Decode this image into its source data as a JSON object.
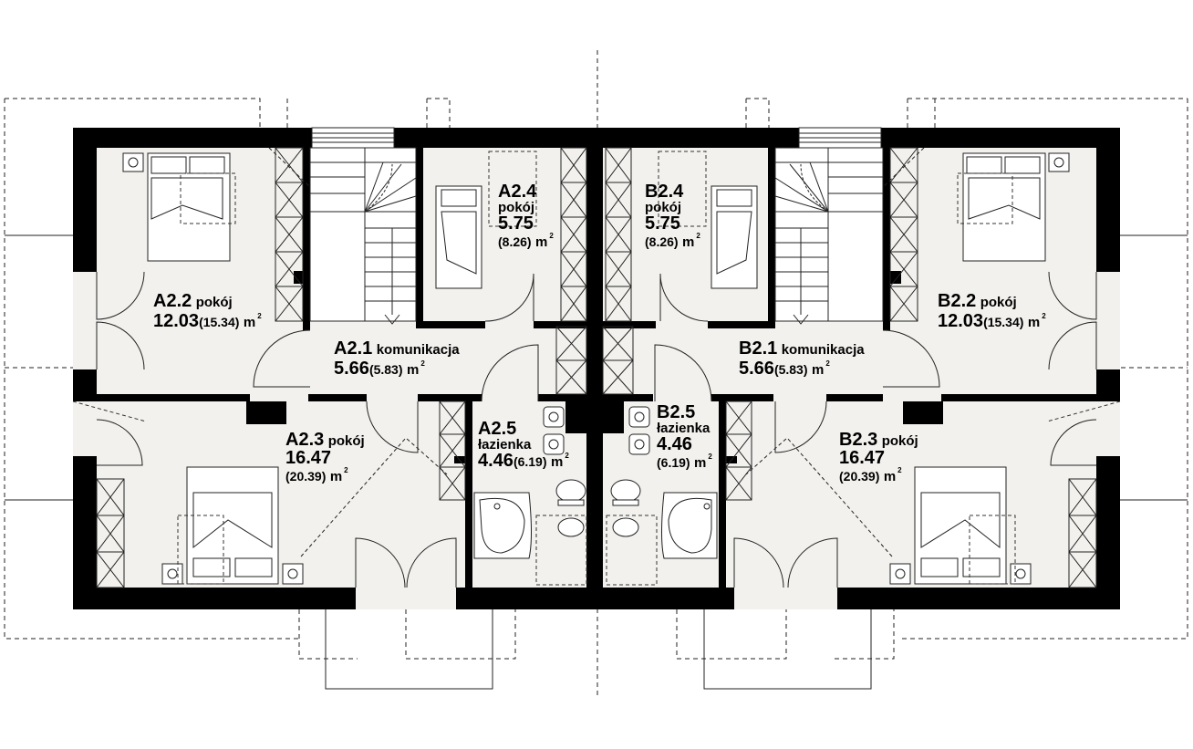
{
  "rooms": {
    "a22": {
      "code": "A2.2",
      "name": "pokój",
      "area": "12.03",
      "gross": "(15.34)",
      "unit": "m",
      "unit_sup": "2"
    },
    "a21": {
      "code": "A2.1",
      "name": "komunikacja",
      "area": "5.66",
      "gross": "(5.83)",
      "unit": "m",
      "unit_sup": "2"
    },
    "a24": {
      "code": "A2.4",
      "name": "pokój",
      "area": "5.75",
      "gross": "(8.26)",
      "unit": "m",
      "unit_sup": "2"
    },
    "a23": {
      "code": "A2.3",
      "name": "pokój",
      "area": "16.47",
      "gross": "(20.39)",
      "unit": "m",
      "unit_sup": "2"
    },
    "a25": {
      "code": "A2.5",
      "name": "łazienka",
      "area": "4.46",
      "gross": "(6.19)",
      "unit": "m",
      "unit_sup": "2"
    },
    "b24": {
      "code": "B2.4",
      "name": "pokój",
      "area": "5.75",
      "gross": "(8.26)",
      "unit": "m",
      "unit_sup": "2"
    },
    "b25": {
      "code": "B2.5",
      "name": "łazienka",
      "area": "4.46",
      "gross": "(6.19)",
      "unit": "m",
      "unit_sup": "2"
    },
    "b21": {
      "code": "B2.1",
      "name": "komunikacja",
      "area": "5.66",
      "gross": "(5.83)",
      "unit": "m",
      "unit_sup": "2"
    },
    "b22": {
      "code": "B2.2",
      "name": "pokój",
      "area": "12.03",
      "gross": "(15.34)",
      "unit": "m",
      "unit_sup": "2"
    },
    "b23": {
      "code": "B2.3",
      "name": "pokój",
      "area": "16.47",
      "gross": "(20.39)",
      "unit": "m",
      "unit_sup": "2"
    }
  },
  "colors": {
    "wall": "#000000",
    "floor": "#f3f1ee",
    "line": "#1a1a1a"
  }
}
